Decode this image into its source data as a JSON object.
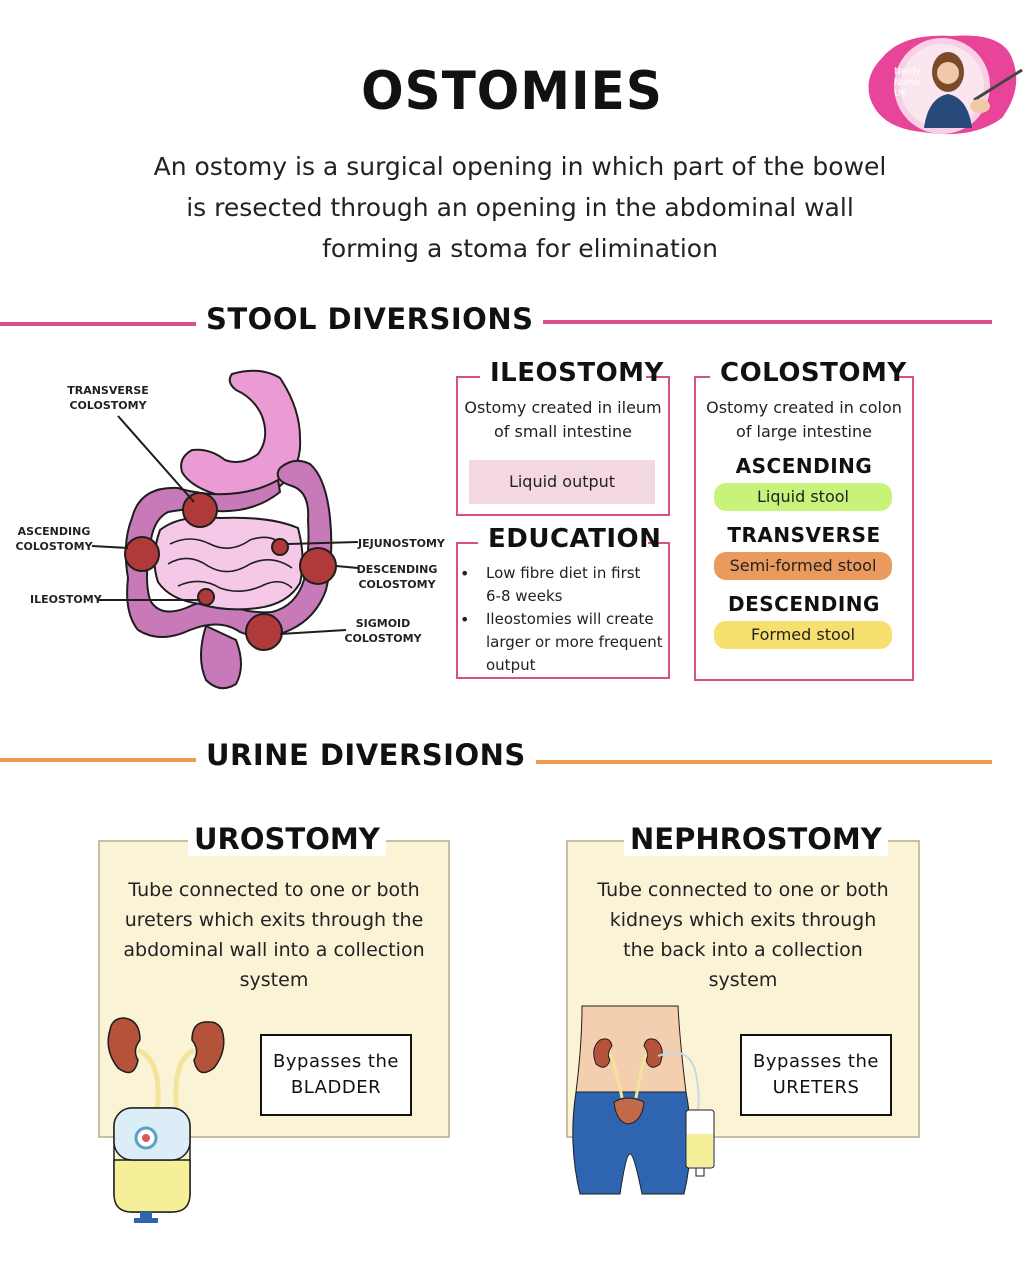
{
  "title": "OSTOMIES",
  "intro": [
    "An ostomy is a surgical opening in which part of the  bowel",
    "is resected through an opening in the abdominal wall",
    "forming a stoma for elimination"
  ],
  "logo": {
    "text": [
      "Nerdy",
      "Nurse",
      "UK"
    ]
  },
  "stool_section": {
    "title": "STOOL DIVERSIONS",
    "color": "#d94f87"
  },
  "diagram_labels": {
    "transverse": [
      "TRANSVERSE",
      "COLOSTOMY"
    ],
    "ascending": [
      "ASCENDING",
      "COLOSTOMY"
    ],
    "ileostomy": "ILEOSTOMY",
    "jejunostomy": "JEJUNOSTOMY",
    "descending": [
      "DESCENDING",
      "COLOSTOMY"
    ],
    "sigmoid": [
      "SIGMOID",
      "COLOSTOMY"
    ]
  },
  "ileostomy": {
    "title": "ILEOSTOMY",
    "description": [
      "Ostomy created in ileum",
      "of small intestine"
    ],
    "output": "Liquid output"
  },
  "education": {
    "title": "EDUCATION",
    "items": [
      [
        "Low fibre diet in first",
        "6-8 weeks"
      ],
      [
        "Ileostomies will create",
        "larger or more frequent",
        "output"
      ]
    ]
  },
  "colostomy": {
    "title": "COLOSTOMY",
    "description": [
      "Ostomy created in colon",
      "of large intestine"
    ],
    "types": [
      {
        "name": "ASCENDING",
        "output": "Liquid stool",
        "color": "#c8f37a"
      },
      {
        "name": "TRANSVERSE",
        "output": "Semi-formed stool",
        "color": "#eb9a5e"
      },
      {
        "name": "DESCENDING",
        "output": "Formed stool",
        "color": "#f7e06e"
      }
    ]
  },
  "urine_section": {
    "title": "URINE DIVERSIONS",
    "color": "#ee9a4f"
  },
  "urostomy": {
    "title": "UROSTOMY",
    "description": [
      "Tube connected to one or both",
      "ureters which exits through the",
      "abdominal wall into a collection",
      "system"
    ],
    "bypass": [
      "Bypasses the",
      "BLADDER"
    ]
  },
  "nephrostomy": {
    "title": "NEPHROSTOMY",
    "description": [
      "Tube connected to one or both",
      "kidneys which exits through",
      "the back into a collection",
      "system"
    ],
    "bypass": [
      "Bypasses the",
      "URETERS"
    ]
  }
}
